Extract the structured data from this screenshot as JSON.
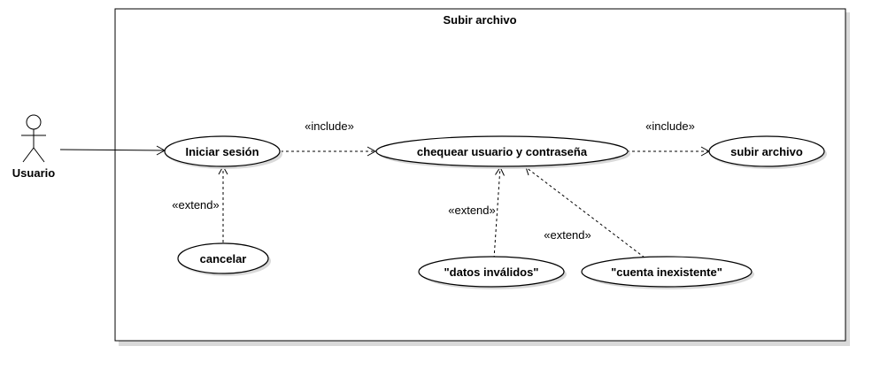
{
  "system": {
    "title": "Subir archivo"
  },
  "actor": {
    "name": "Usuario"
  },
  "use_cases": {
    "iniciar_sesion": "Iniciar sesión",
    "chequear": "chequear usuario y contraseña",
    "subir": "subir archivo",
    "cancelar": "cancelar",
    "datos_invalidos": "\"datos inválidos\"",
    "cuenta_inexistente": "\"cuenta inexistente\""
  },
  "relations": {
    "include_1": "«include»",
    "include_2": "«include»",
    "extend_cancelar": "«extend»",
    "extend_datos": "«extend»",
    "extend_cuenta": "«extend»"
  }
}
